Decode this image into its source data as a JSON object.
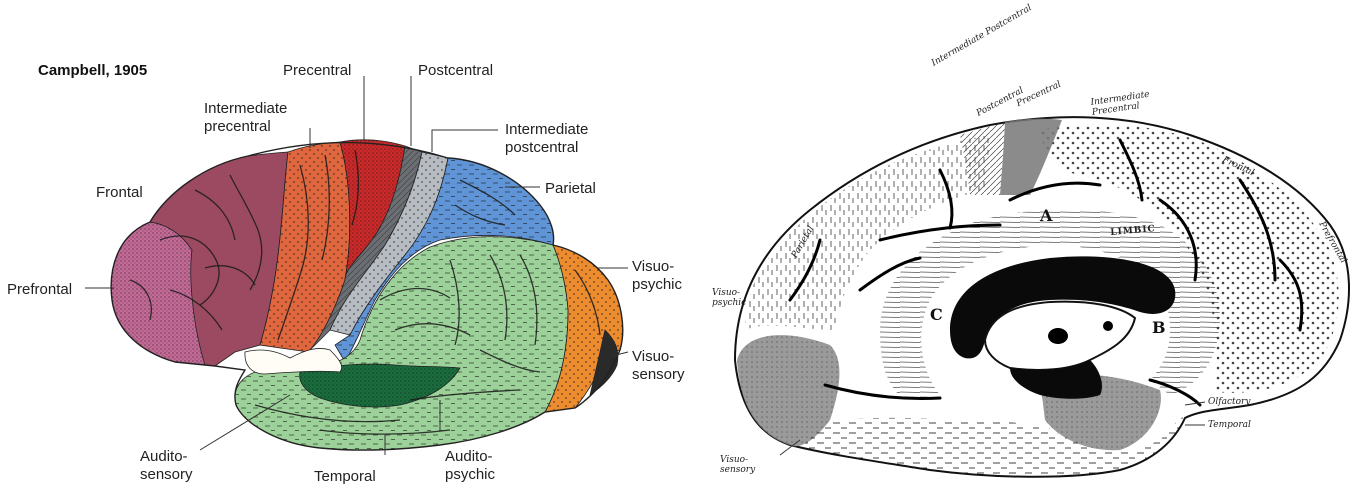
{
  "left_figure": {
    "title": "Campbell, 1905",
    "labels": {
      "precentral": "Precentral",
      "postcentral": "Postcentral",
      "intermediate_precentral": "Intermediate precentral",
      "intermediate_postcentral": "Intermediate postcentral",
      "frontal": "Frontal",
      "parietal": "Parietal",
      "prefrontal": "Prefrontal",
      "visuo_psychic": "Visuo- psychic",
      "visuo_sensory": "Visuo- sensory",
      "audito_sensory": "Audito- sensory",
      "temporal": "Temporal",
      "audito_psychic": "Audito- psychic"
    },
    "colors": {
      "prefrontal": "#c46a97",
      "frontal": "#9c4a62",
      "intermediate_precentral": "#e0663e",
      "precentral": "#cc2a2a",
      "postcentral": "#6b6f74",
      "intermediate_postcentral": "#b7bcc2",
      "parietal": "#5f95d6",
      "temporal": "#9cd199",
      "visuo_psychic": "#ec8c2e",
      "visuo_sensory": "#2a2a2a",
      "audito_sensory": "#1a6e3e"
    }
  },
  "right_figure": {
    "labels": {
      "intermediate_postcentral": "Intermediate Postcentral",
      "postcentral": "Postcentral",
      "precentral": "Precentral",
      "intermediate_precentral": "Intermediate Precentral",
      "frontal": "Frontal",
      "prefrontal": "Prefrontal",
      "parietal": "Parietal",
      "visuo_psychic": "Visuo- psychic",
      "visuo_sensory": "Visuo- sensory",
      "olfactory": "Olfactory",
      "temporal": "Temporal",
      "limbic": "LIMBIC",
      "a": "A",
      "b": "B",
      "c": "C"
    }
  }
}
